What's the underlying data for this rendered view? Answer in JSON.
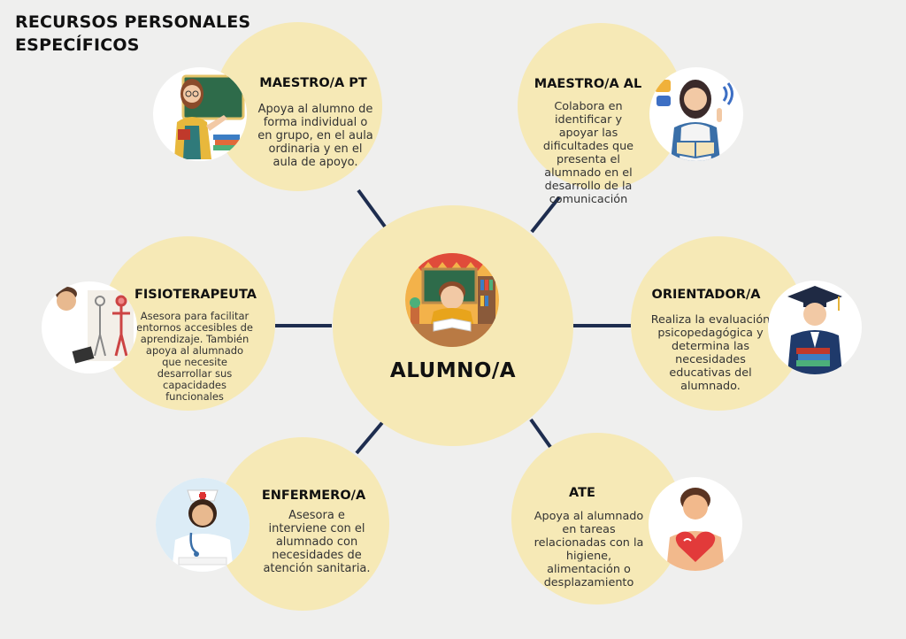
{
  "title": {
    "line1": "RECURSOS PERSONALES",
    "line2": "ESPECÍFICOS"
  },
  "center": {
    "name": "ALUMNO/A",
    "icon": "student-reading-icon"
  },
  "roles": {
    "pt": {
      "name": "MAESTRO/A PT",
      "desc": "Apoya al alumno de forma individual o en grupo, en el aula ordinaria y en el aula de apoyo.",
      "icon": "teacher-blackboard-icon"
    },
    "al": {
      "name": "MAESTRO/A AL",
      "desc": "Colabora en identificar y apoyar las dificultades que presenta el alumnado en el desarrollo de la comunicación",
      "icon": "speech-teacher-icon"
    },
    "fisio": {
      "name": "FISIOTERAPEUTA",
      "desc": "Asesora para facilitar entornos accesibles de aprendizaje. También apoya al alumnado que necesite desarrollar sus capacidades funcionales",
      "icon": "physiotherapist-icon"
    },
    "orientador": {
      "name": "ORIENTADOR/A",
      "desc": "Realiza la evaluación psicopedagógica y determina las necesidades educativas del alumnado.",
      "icon": "graduate-counselor-icon"
    },
    "enfermero": {
      "name": "ENFERMERO/A",
      "desc": "Asesora e interviene con el alumnado con necesidades de atención sanitaria.",
      "icon": "nurse-icon"
    },
    "ate": {
      "name": "ATE",
      "desc": "Apoya al alumnado en tareas relacionadas con la higiene, alimentación o desplazamiento",
      "icon": "caregiver-heart-icon"
    }
  },
  "colors": {
    "circle": "#f6e9b6",
    "connector": "#1e2d4f",
    "background": "#efefee"
  }
}
